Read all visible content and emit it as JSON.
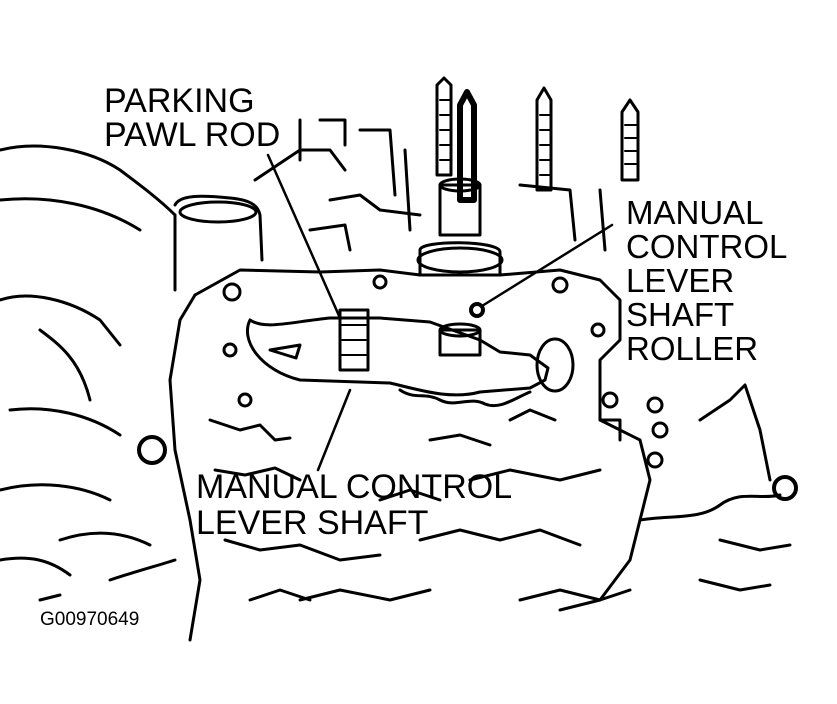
{
  "labels": {
    "parking_pawl_rod": [
      "PARKING",
      "PAWL ROD"
    ],
    "manual_control_lever_shaft_roller": [
      "MANUAL",
      "CONTROL",
      "LEVER",
      "SHAFT",
      "ROLLER"
    ],
    "manual_control_lever_shaft": [
      "MANUAL CONTROL",
      "LEVER SHAFT"
    ]
  },
  "figure_code": "G00970649",
  "colors": {
    "line": "#000000",
    "background": "#ffffff"
  }
}
